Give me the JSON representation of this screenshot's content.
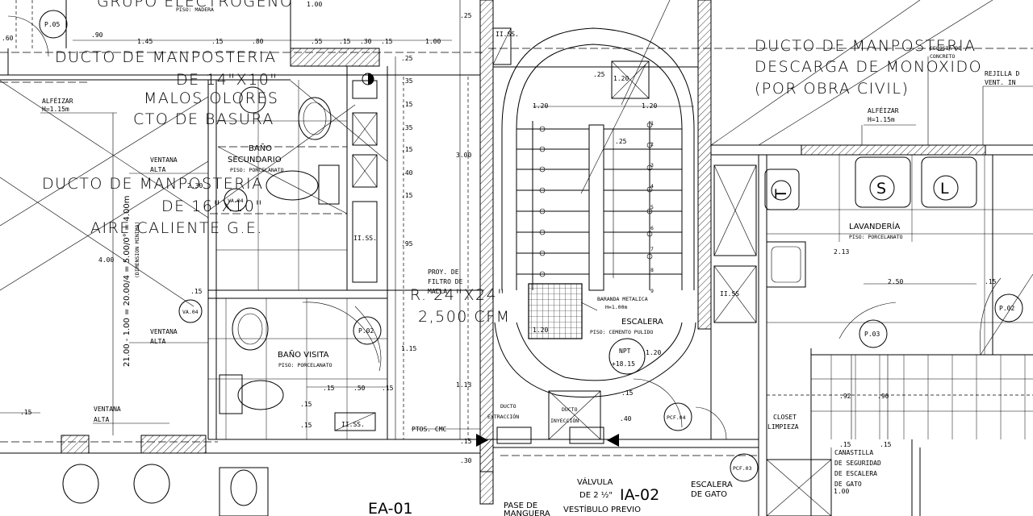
{
  "big_notes": {
    "grupo": "GRUPO ELECTROGENO",
    "ducto_basura_1": "DUCTO DE MANPOSTERIA",
    "ducto_basura_2": "DE 14\"X10\"",
    "ducto_basura_3": "MALOS OLORES",
    "ducto_basura_4": "CTO DE BASURA",
    "ducto_aire_1": "DUCTO DE MANPOSTERIA",
    "ducto_aire_2": "DE 16\"X10\"",
    "ducto_aire_3": "AIRE CALIENTE G.E.",
    "ducto_mono_1": "DUCTO DE MANPOSTERIA",
    "ducto_mono_2": "DESCARGA DE MONOXIDO",
    "ducto_mono_3": "(POR OBRA CIVIL)",
    "rejilla_1": "R. 24\"X24\"",
    "rejilla_2": "2,500 CFM"
  },
  "rooms": {
    "bano_sec": "BAÑO",
    "bano_sec_2": "SECUNDARIO",
    "bano_sec_piso": "PISO: PORCELANATO",
    "bano_visita": "BAÑO VISITA",
    "bano_visita_piso": "PISO: PORCELANATO",
    "escalera": "ESCALERA",
    "escalera_piso": "PISO: CEMENTO PULIDO",
    "lavanderia": "LAVANDERÍA",
    "lavanderia_piso": "PISO: PORCELANATO",
    "closet_1": "CLOSET",
    "closet_2": "LIMPIEZA",
    "piso_madera": "PISO: MADERA"
  },
  "labels": {
    "alfeizar_l": "ALFÉIZAR",
    "alfeizar_l_h": "H=1.15m",
    "alfeizar_r": "ALFÉIZAR",
    "alfeizar_r_h": "H=1.15m",
    "ventana_1": "VENTANA",
    "ventana_1b": "ALTA",
    "ventana_2": "VENTANA",
    "ventana_2b": "ALTA",
    "ventana_3": "VENTANA",
    "ventana_3b": "ALTA",
    "celosia_1": "CELOSIA DE",
    "celosia_2": "CONCRETO",
    "rejilla_v_1": "REJILLA D",
    "rejilla_v_2": "VENT. IN",
    "proy_1": "PROY. DE",
    "proy_2": "FILTRO DE",
    "proy_3": "MALLA",
    "baranda_1": "BARANDA METALICA",
    "baranda_2": "H=1.00m",
    "ducto_ext_1": "DUCTO",
    "ducto_ext_2": "EXTRACCIÓN",
    "ducto_iny_1": "DUCTO",
    "ducto_iny_2": "INYECCIÓN",
    "ptos": "PTOS. CMC",
    "valvula_1": "VÁLVULA",
    "valvula_2": "DE 2 ½\"",
    "valvula_3": "VESTÍBULO PREVIO",
    "pase_1": "PASE DE",
    "pase_2": "MANGUERA",
    "escalera_gato_1": "ESCALERA",
    "escalera_gato_2": "DE GATO",
    "canastilla_1": "CANASTILLA",
    "canastilla_2": "DE SEGURIDAD",
    "canastilla_3": "DE ESCALERA",
    "canastilla_4": "DE GATO",
    "npt_1": "NPT",
    "npt_2": "+18.15",
    "dim_vert": "21.00 - 1.00 = 20.00/4 = 5.00/0° = 4.00m",
    "dim_vert_sub": "(DIMENSION MINIMA)"
  },
  "tags": {
    "ea01": "EA-01",
    "ia02": "IA-02",
    "p05": "P.05",
    "p02a": "P.02",
    "p02b": "P.02",
    "p03": "P.03",
    "va04a": "VA.04",
    "va04b": "VA.04",
    "pcf04": "PCF.04",
    "pcf03": "PCF.03",
    "ss1": "II.SS.",
    "ss2": "II.SS.",
    "ss3": "II.SS.",
    "ss4": "II.SS",
    "t": "T",
    "s": "S",
    "l": "L"
  },
  "dims": {
    "d90": ".90",
    "d145": "1.45",
    "d15a": ".15",
    "d80": ".80",
    "d55": ".55",
    "d15b": ".15",
    "d30": ".30",
    "d15c": ".15",
    "d100a": "1.00",
    "d100b": "1.00",
    "d60": ".60",
    "d25a": ".25",
    "d35a": ".35",
    "d15d": ".15",
    "d35b": ".35",
    "d15e": ".15",
    "d40a": ".40",
    "d15f": ".15",
    "d95": ".95",
    "d115": "1.15",
    "d113": "1.13",
    "d15g": ".15",
    "d30b": ".30",
    "d300": "3.00",
    "d400": "4.00",
    "d230": "2.30",
    "d15h": ".15",
    "d120a": "1.20",
    "d120b": "1.20",
    "d120c": "1.20",
    "d120d": "1.20",
    "d120e": "1.20",
    "d25s": ".25",
    "d250": "2.50",
    "d213": "2.13",
    "d92": ".92",
    "d90b": ".90",
    "d15i": ".15",
    "d15j": ".15",
    "d15k": ".15",
    "d15l": ".15",
    "d40b": ".40",
    "d15m": ".15",
    "d15n": ".15",
    "d50": ".50",
    "d15o": ".15",
    "d15p": ".15",
    "d15q": ".15",
    "d25b": ".25",
    "d100c": "1.00",
    "d25c": ".25"
  },
  "stairs": [
    "1",
    "2",
    "3",
    "4",
    "5",
    "6",
    "7",
    "8",
    "9"
  ]
}
